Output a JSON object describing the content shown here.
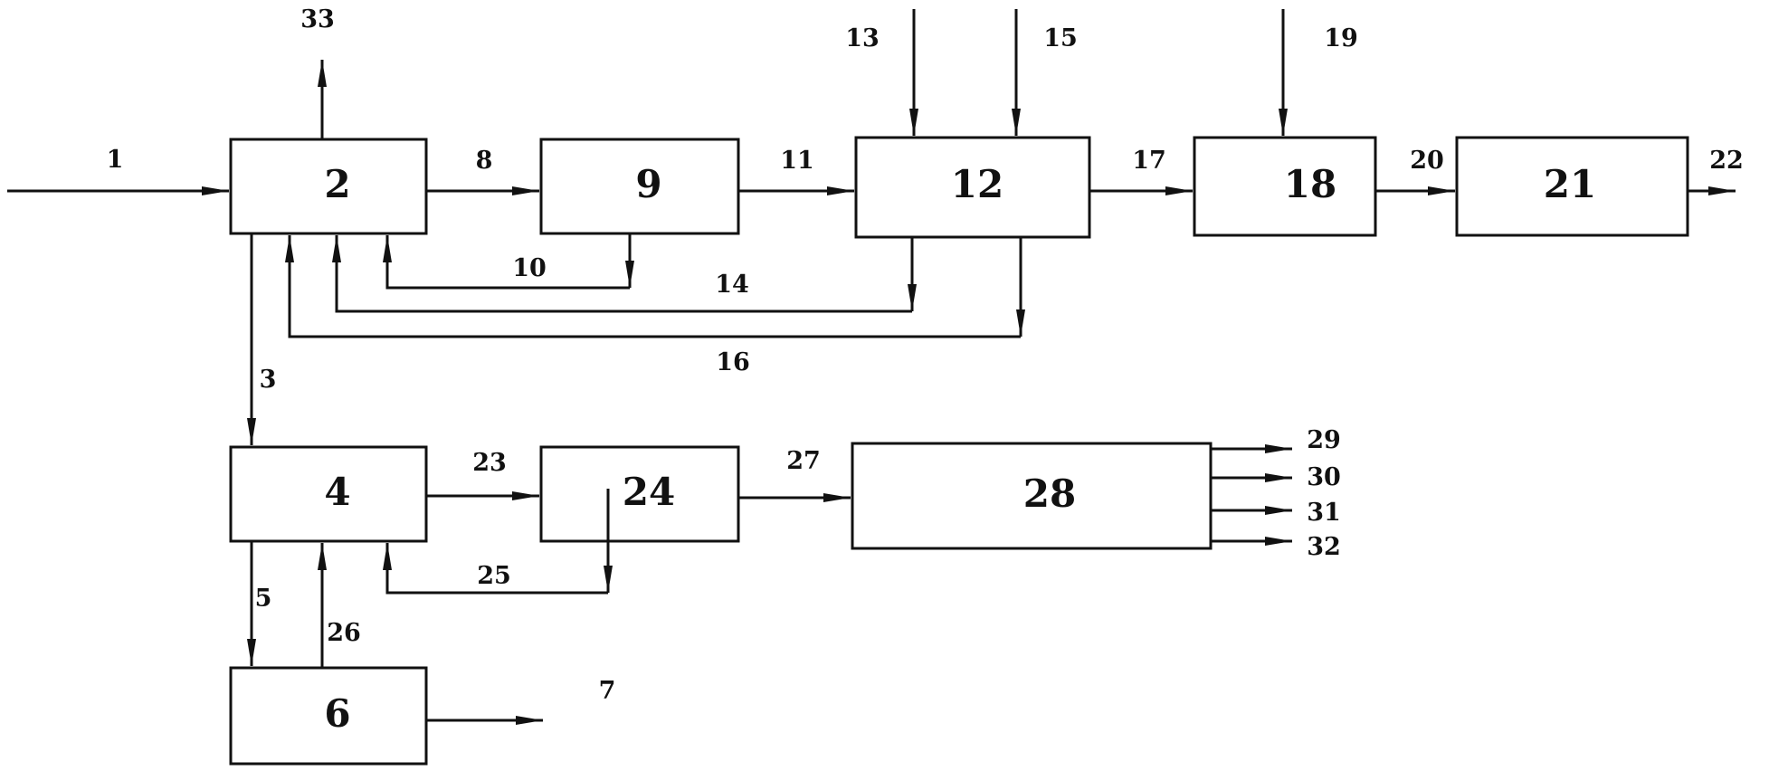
{
  "diagram": {
    "blocks": [
      {
        "id": "b2",
        "label": "2"
      },
      {
        "id": "b4",
        "label": "4"
      },
      {
        "id": "b6",
        "label": "6"
      },
      {
        "id": "b9",
        "label": "9"
      },
      {
        "id": "b12",
        "label": "12"
      },
      {
        "id": "b18",
        "label": "18"
      },
      {
        "id": "b21",
        "label": "21"
      },
      {
        "id": "b24",
        "label": "24"
      },
      {
        "id": "b28",
        "label": "28"
      }
    ],
    "streams": [
      {
        "id": "s1",
        "label": "1"
      },
      {
        "id": "s3",
        "label": "3"
      },
      {
        "id": "s5",
        "label": "5"
      },
      {
        "id": "s7",
        "label": "7"
      },
      {
        "id": "s8",
        "label": "8"
      },
      {
        "id": "s10",
        "label": "10"
      },
      {
        "id": "s11",
        "label": "11"
      },
      {
        "id": "s13",
        "label": "13"
      },
      {
        "id": "s14",
        "label": "14"
      },
      {
        "id": "s15",
        "label": "15"
      },
      {
        "id": "s16",
        "label": "16"
      },
      {
        "id": "s17",
        "label": "17"
      },
      {
        "id": "s19",
        "label": "19"
      },
      {
        "id": "s20",
        "label": "20"
      },
      {
        "id": "s22",
        "label": "22"
      },
      {
        "id": "s23",
        "label": "23"
      },
      {
        "id": "s25",
        "label": "25"
      },
      {
        "id": "s26",
        "label": "26"
      },
      {
        "id": "s27",
        "label": "27"
      },
      {
        "id": "s29",
        "label": "29"
      },
      {
        "id": "s30",
        "label": "30"
      },
      {
        "id": "s31",
        "label": "31"
      },
      {
        "id": "s32",
        "label": "32"
      },
      {
        "id": "s33",
        "label": "33"
      }
    ]
  }
}
